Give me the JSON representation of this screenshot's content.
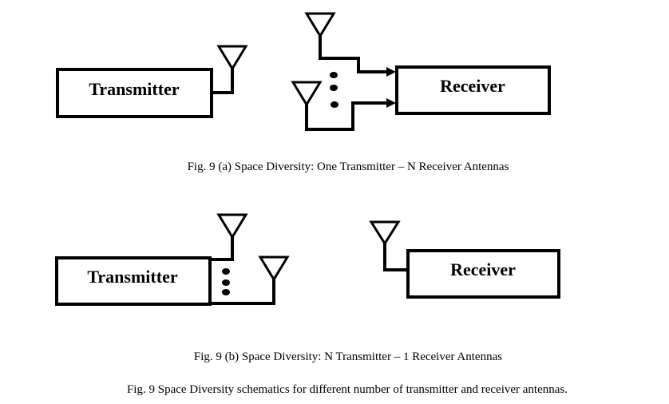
{
  "diagram": {
    "panel_a": {
      "transmitter_label": "Transmitter",
      "receiver_label": "Receiver",
      "transmitter_antennas": 1,
      "receiver_antennas": "N",
      "caption": "Fig. 9 (a)  Space Diversity: One Transmitter – N Receiver Antennas"
    },
    "panel_b": {
      "transmitter_label": "Transmitter",
      "receiver_label": "Receiver",
      "transmitter_antennas": "N",
      "receiver_antennas": 1,
      "caption": "Fig. 9 (b)  Space Diversity: N Transmitter – 1 Receiver Antennas"
    },
    "main_caption": "Fig. 9  Space Diversity schematics for different number of transmitter and receiver antennas.",
    "colors": {
      "stroke": "#000000",
      "background": "#ffffff"
    }
  }
}
